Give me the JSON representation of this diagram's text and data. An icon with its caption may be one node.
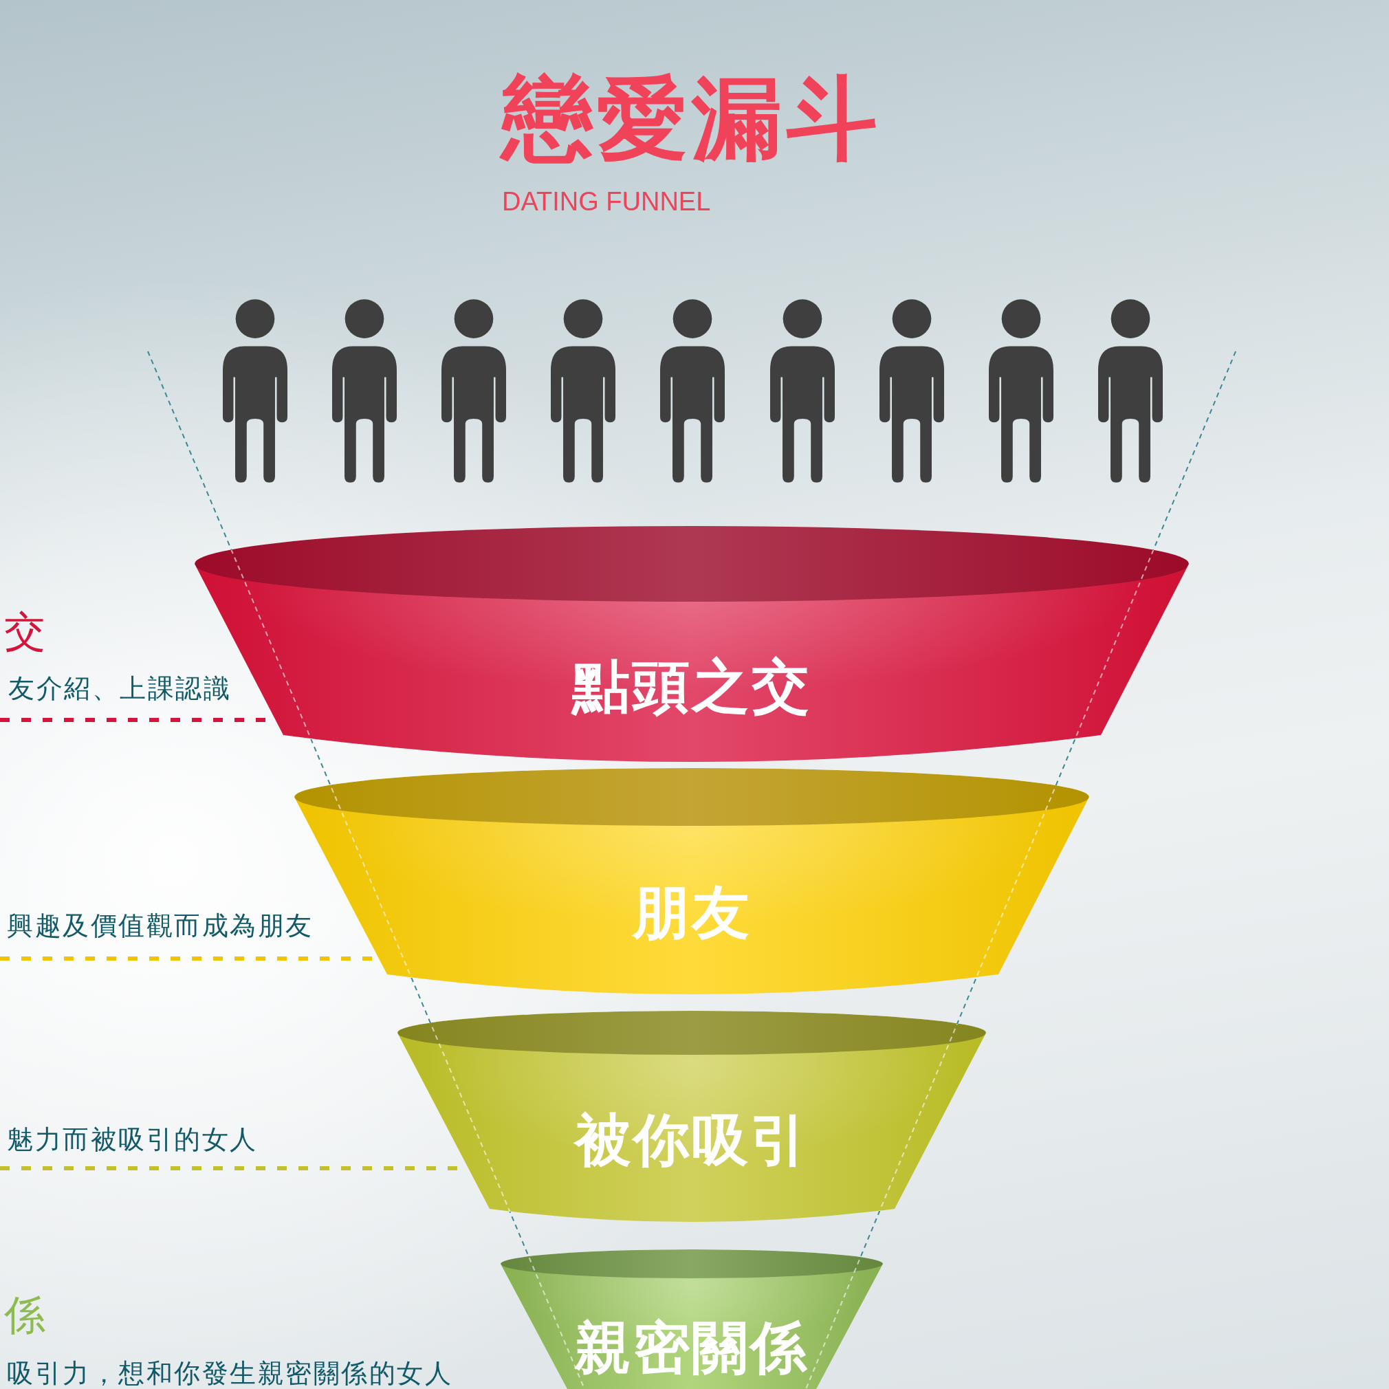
{
  "diagram": {
    "title": "戀愛漏斗",
    "nodes": [
      {
        "text": [
          "交",
          "友介紹、上課認識"
        ]
      },
      {
        "text": [
          "點頭之交"
        ]
      },
      {
        "text": [
          "興趣及價值觀而成為朋友"
        ]
      },
      {
        "text": [
          "朋友"
        ]
      },
      {
        "text": [
          "魅力而被吸引的女人"
        ]
      },
      {
        "text": [
          "被你吸引"
        ]
      },
      {
        "text": [
          "係",
          "吸引力，想和你發生親密關係的女人"
        ]
      },
      {
        "text": [
          "親密關係"
        ]
      }
    ],
    "edges": [
      {
        "from": 0,
        "to": 1,
        "arrow": "none",
        "style": "dashed",
        "color": "#d6133a"
      },
      {
        "from": 2,
        "to": 3,
        "arrow": "none",
        "style": "dashed",
        "color": "#f0c400"
      },
      {
        "from": 4,
        "to": 5,
        "arrow": "none",
        "style": "dashed",
        "color": "#c2c12a"
      }
    ],
    "labels": [
      "DATING FUNNEL"
    ]
  }
}
